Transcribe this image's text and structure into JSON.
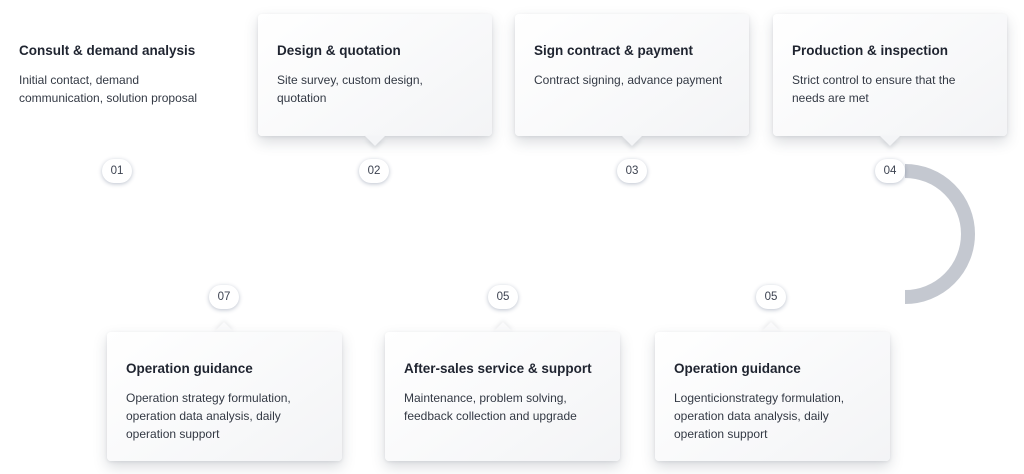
{
  "steps": [
    {
      "num": "01",
      "title": "Consult & demand analysis",
      "desc": "Initial contact, demand communication, solution proposal"
    },
    {
      "num": "02",
      "title": "Design & quotation",
      "desc": "Site survey, custom design, quotation"
    },
    {
      "num": "03",
      "title": "Sign contract & payment",
      "desc": "Contract signing, advance payment"
    },
    {
      "num": "04",
      "title": "Production & inspection",
      "desc": "Strict control to ensure that the needs are met"
    },
    {
      "num": "05",
      "title": "Operation guidance",
      "desc": "Logenticionstrategy formulation, operation data analysis, daily operation support"
    },
    {
      "num": "05",
      "title": "After-sales service & support",
      "desc": "Maintenance, problem solving, feedback collection and upgrade"
    },
    {
      "num": "07",
      "title": "Operation guidance",
      "desc": "Operation strategy formulation, operation data analysis, daily operation support"
    }
  ],
  "colors": {
    "lane_start": "#0d4ba0",
    "lane_end": "#c4c8d0",
    "chevron": "#ffffff"
  }
}
